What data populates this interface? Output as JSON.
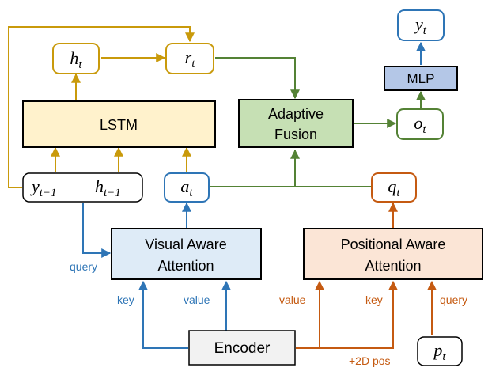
{
  "nodes": {
    "lstm": {
      "label": "LSTM"
    },
    "adaptive_fusion": {
      "line1": "Adaptive",
      "line2": "Fusion"
    },
    "mlp": {
      "label": "MLP"
    },
    "visual_attention": {
      "line1": "Visual Aware",
      "line2": "Attention"
    },
    "positional_attention": {
      "line1": "Positional Aware",
      "line2": "Attention"
    },
    "encoder": {
      "label": "Encoder"
    },
    "h_t": {
      "base": "h",
      "sub": "t"
    },
    "r_t": {
      "base": "r",
      "sub": "t"
    },
    "y_t": {
      "base": "y",
      "sub": "t"
    },
    "o_t": {
      "base": "o",
      "sub": "t"
    },
    "a_t": {
      "base": "a",
      "sub": "t"
    },
    "q_t": {
      "base": "q",
      "sub": "t"
    },
    "p_t": {
      "base": "p",
      "sub": "t"
    },
    "y_prev": {
      "base": "y",
      "sub": "t−1"
    },
    "h_prev": {
      "base": "h",
      "sub": "t−1"
    }
  },
  "edge_labels": {
    "query_visual": "query",
    "key_visual": "key",
    "value_visual": "value",
    "value_positional": "value",
    "key_positional": "key",
    "query_positional": "query",
    "pos_2d": "+2D pos"
  },
  "colors": {
    "gold": "#C99A0B",
    "green": "#548235",
    "blue": "#2E75B6",
    "orange": "#C55A11",
    "lstm_fill": "#FFF2CC",
    "fusion_fill": "#C6E0B4",
    "mlp_fill": "#B4C7E7",
    "visual_fill": "#DEEBF7",
    "positional_fill": "#FBE5D6",
    "encoder_fill": "#F2F2F2"
  }
}
